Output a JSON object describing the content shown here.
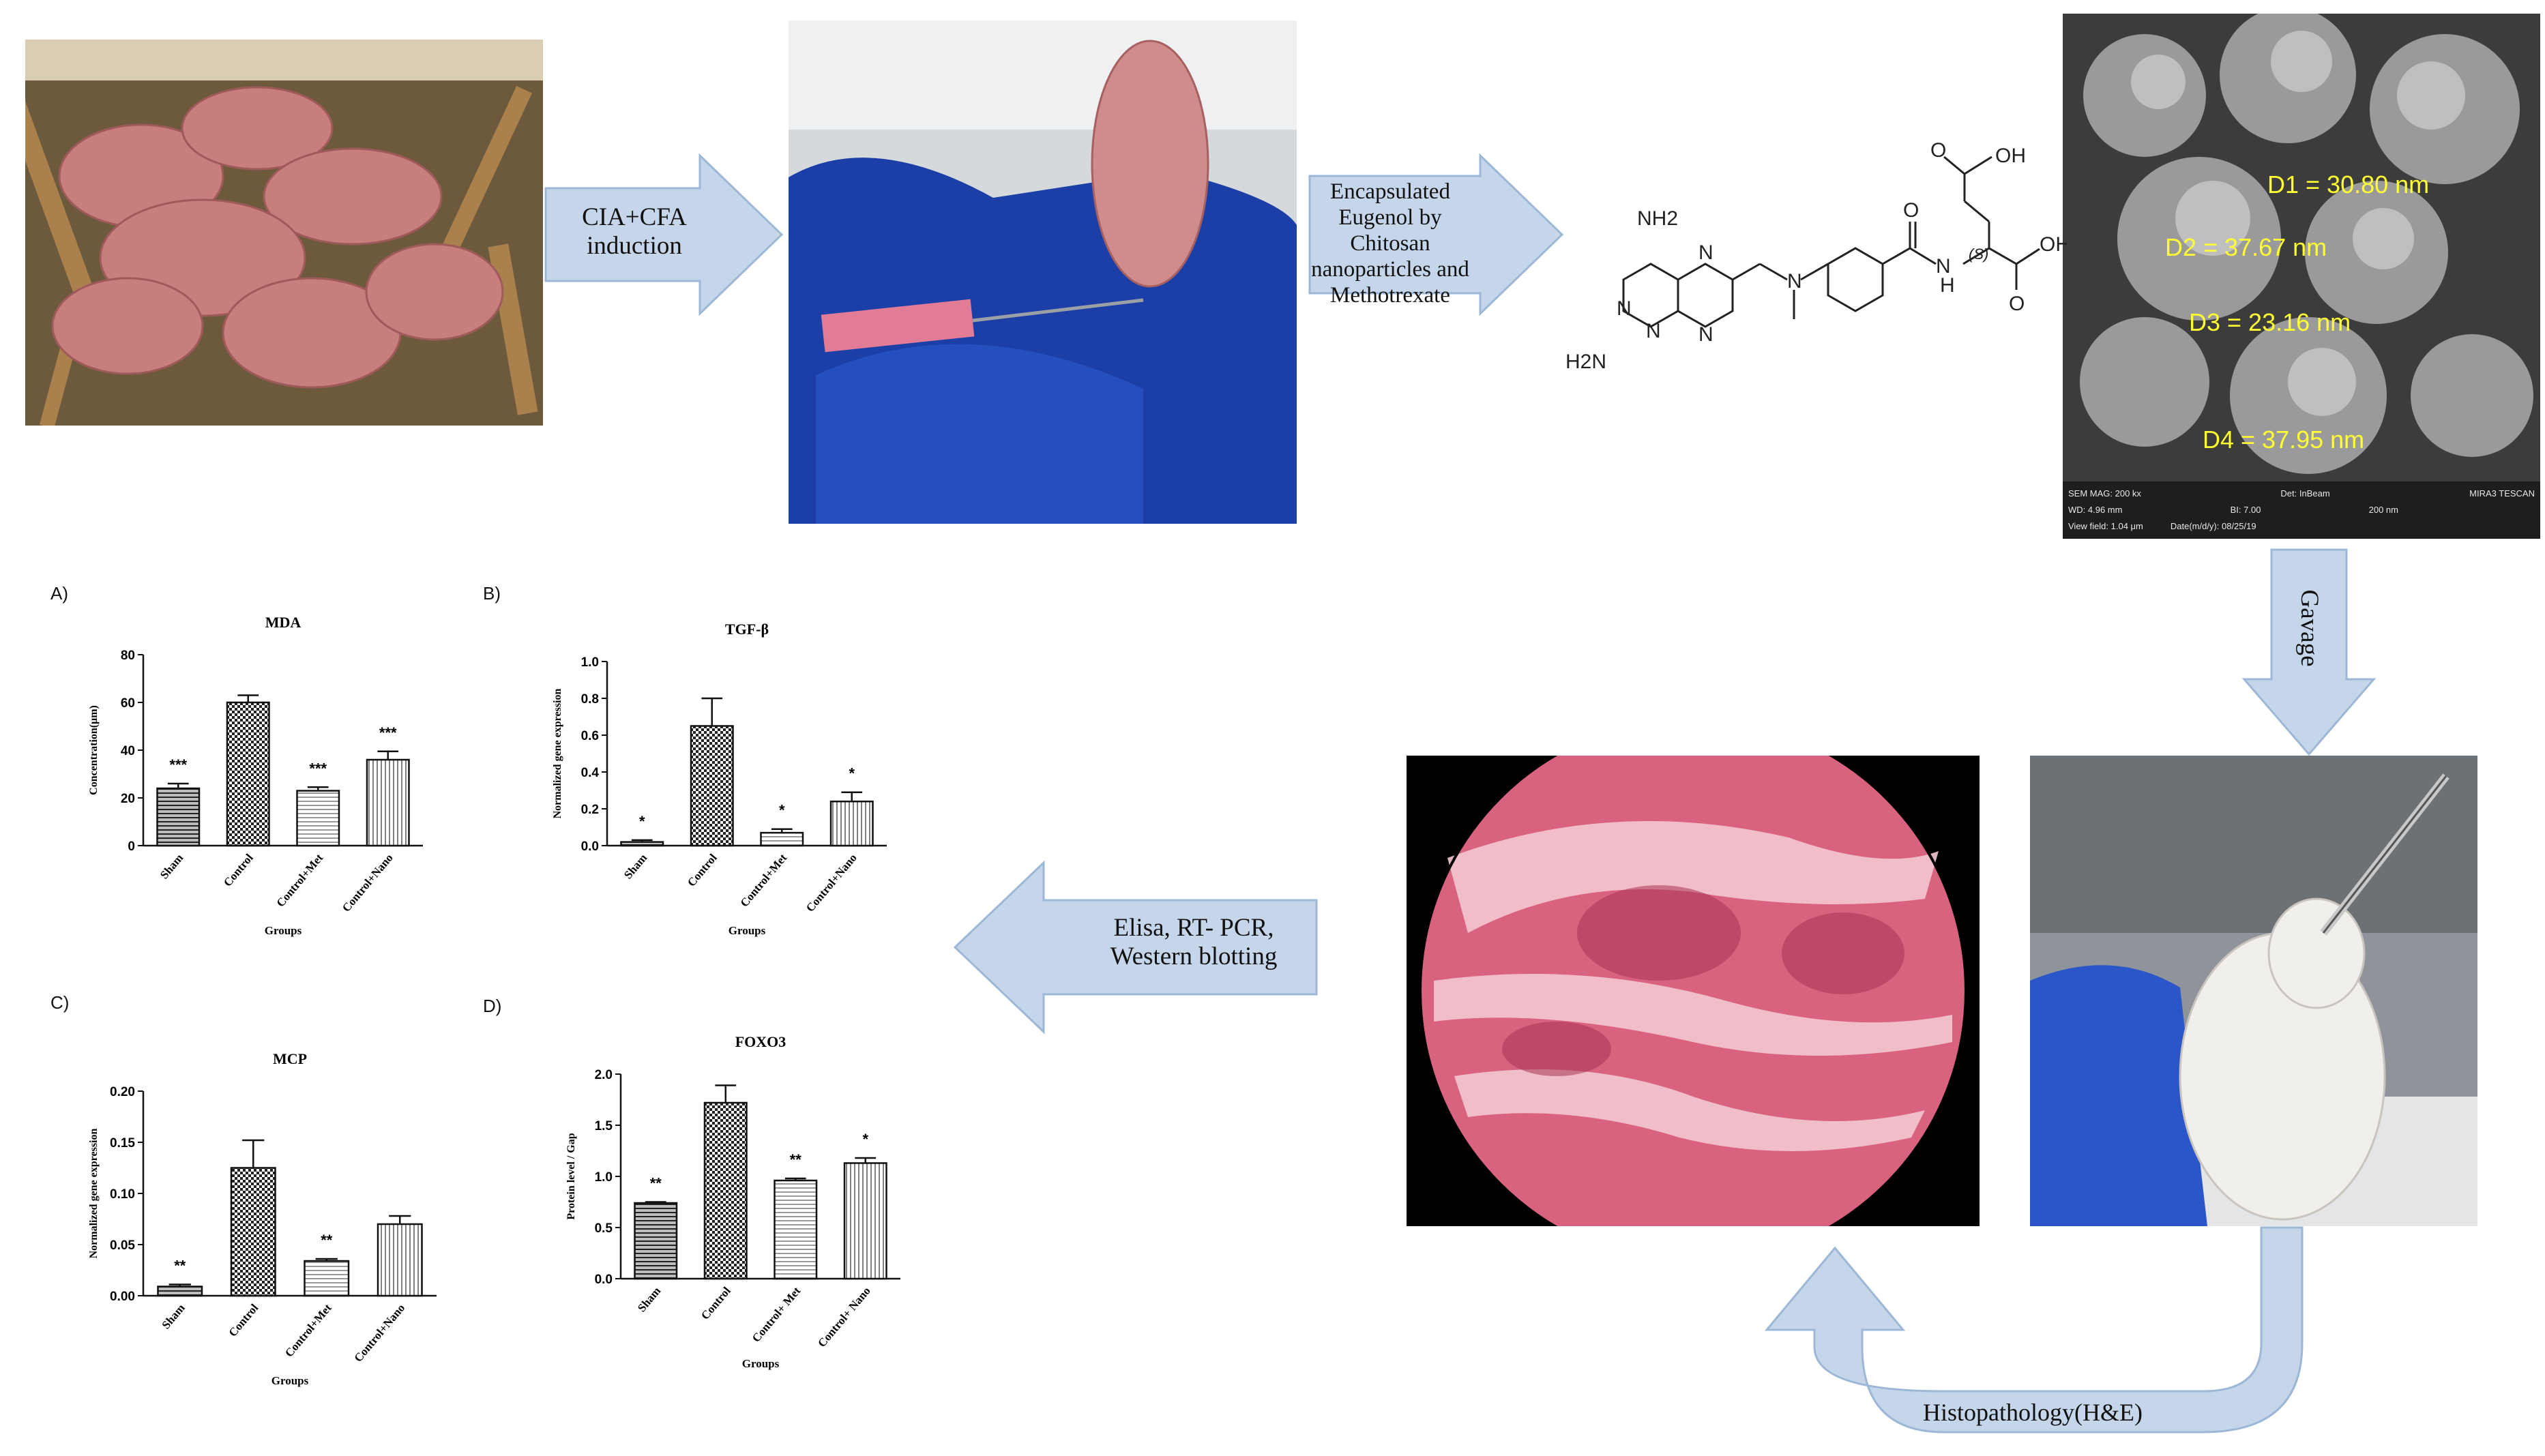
{
  "flow": {
    "step1_label": "CIA+CFA induction",
    "step2_label": "Encapsulated Eugenol by Chitosan nanoparticles and Methotrexate",
    "step3_label": "Gavage",
    "step4_label": "Histopathology(H&E)",
    "step5_label": "Elisa, RT- PCR, Western blotting"
  },
  "molecule": {
    "labels": [
      "NH2",
      "H2N",
      "N",
      "N",
      "N",
      "N",
      "N",
      "O",
      "N",
      "H",
      "(S)",
      "O",
      "OH",
      "O",
      "OH"
    ]
  },
  "sem": {
    "measurements": [
      "D1 = 30.80 nm",
      "D2 = 37.67 nm",
      "D3 = 23.16 nm",
      "D4 = 37.95 nm"
    ],
    "info_bar": {
      "row1": [
        "SEM MAG: 200 kx",
        "Det: InBeam",
        "MIRA3 TESCAN"
      ],
      "row2": [
        "WD: 4.96 mm",
        "BI: 7.00",
        "200 nm"
      ],
      "row3": [
        "View field: 1.04 μm",
        "Date(m/d/y): 08/25/19"
      ]
    },
    "text_color": "#ffff33"
  },
  "colors": {
    "arrow_fill": "#c5d6ea",
    "arrow_stroke": "#9db7d6",
    "tissue": "#d9627e",
    "glove": "#1b3fa6"
  },
  "chart_data": [
    {
      "panel": "A)",
      "type": "bar",
      "title": "MDA",
      "ylabel": "Concentration(μm)",
      "xlabel": "Groups",
      "ylim": [
        0,
        80
      ],
      "yticks": [
        "0",
        "20",
        "40",
        "60",
        "80"
      ],
      "categories": [
        "Sham",
        "Control",
        "Control+Met",
        "Control+Nano"
      ],
      "values": [
        24,
        60,
        23,
        36
      ],
      "errors": [
        2,
        3,
        1.5,
        3.5
      ],
      "significance": [
        "***",
        "",
        "***",
        "***"
      ],
      "patterns": [
        "hstripe",
        "check",
        "hstripe-light",
        "vstripe"
      ]
    },
    {
      "panel": "B)",
      "type": "bar",
      "title": "TGF-β",
      "ylabel": "Normalized gene expression",
      "xlabel": "Groups",
      "ylim": [
        0,
        1.0
      ],
      "yticks": [
        "0.0",
        "0.2",
        "0.4",
        "0.6",
        "0.8",
        "1.0"
      ],
      "categories": [
        "Sham",
        "Control",
        "Control+Met",
        "Control+Nano"
      ],
      "values": [
        0.02,
        0.65,
        0.07,
        0.24
      ],
      "errors": [
        0.01,
        0.15,
        0.02,
        0.05
      ],
      "significance": [
        "*",
        "",
        "*",
        "*"
      ],
      "patterns": [
        "hstripe",
        "check",
        "hstripe-light",
        "vstripe"
      ]
    },
    {
      "panel": "C)",
      "type": "bar",
      "title": "MCP",
      "ylabel": "Normalized gene expression",
      "xlabel": "Groups",
      "ylim": [
        0,
        0.2
      ],
      "yticks": [
        "0.00",
        "0.05",
        "0.10",
        "0.15",
        "0.20"
      ],
      "categories": [
        "Sham",
        "Control",
        "Control+Met",
        "Control+Nano"
      ],
      "values": [
        0.009,
        0.125,
        0.034,
        0.07
      ],
      "errors": [
        0.002,
        0.027,
        0.002,
        0.008
      ],
      "significance": [
        "**",
        "",
        "**",
        ""
      ],
      "patterns": [
        "hstripe",
        "check",
        "hstripe-light",
        "vstripe"
      ]
    },
    {
      "panel": "D)",
      "type": "bar",
      "title": "FOXO3",
      "ylabel": "Protein level / Gap",
      "xlabel": "Groups",
      "ylim": [
        0,
        2.0
      ],
      "yticks": [
        "0.0",
        "0.5",
        "1.0",
        "1.5",
        "2.0"
      ],
      "categories": [
        "Sham",
        "Control",
        "Control+ Met",
        "Control+ Nano"
      ],
      "values": [
        0.74,
        1.72,
        0.96,
        1.13
      ],
      "errors": [
        0.01,
        0.17,
        0.02,
        0.05
      ],
      "significance": [
        "**",
        "",
        "**",
        "*"
      ],
      "patterns": [
        "hstripe",
        "check",
        "hstripe-light",
        "vstripe"
      ]
    }
  ]
}
